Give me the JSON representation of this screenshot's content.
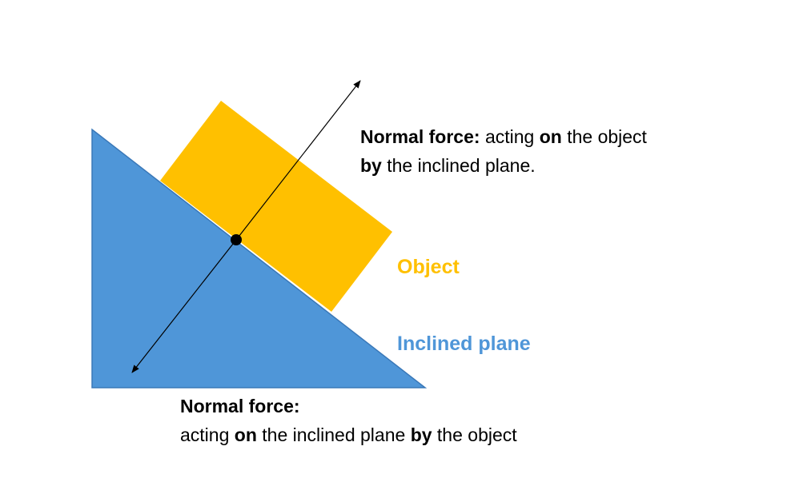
{
  "colors": {
    "plane": "#4f96d8",
    "plane_stroke": "#3a78b8",
    "object": "#ffc000",
    "arrow": "#000000",
    "text": "#000000"
  },
  "labels": {
    "object": "Object",
    "inclined_plane": "Inclined plane"
  },
  "normal_force_on_object": {
    "title": "Normal force:",
    "t1": "acting",
    "t2": "on",
    "t3": "the object",
    "t4": "by",
    "t5": "the inclined plane."
  },
  "normal_force_on_plane": {
    "title": "Normal force:",
    "t1": "acting",
    "t2": "on",
    "t3": "the inclined plane",
    "t4": "by",
    "t5": "the object"
  }
}
